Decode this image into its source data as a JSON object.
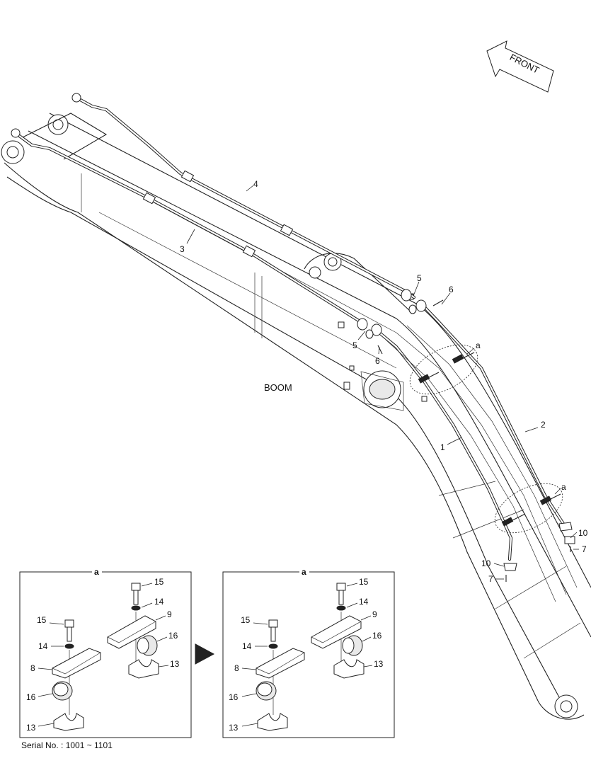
{
  "drawing": {
    "front_label": "FRONT",
    "boom_label": "BOOM",
    "serial_note": "Serial No. : 1001 ~ 1101"
  },
  "callouts": {
    "p1": "1",
    "p2": "2",
    "p3": "3",
    "p4": "4",
    "p5a": "5",
    "p5b": "5",
    "p6a": "6",
    "p6b": "6",
    "p7a": "7",
    "p7b": "7",
    "p10a": "10",
    "p10b": "10",
    "detail_a1": "a",
    "detail_a2": "a"
  },
  "detail_left": {
    "title": "a",
    "labels": {
      "l15a": "15",
      "l14a": "14",
      "l9": "9",
      "l16a": "16",
      "l13a": "13",
      "l15b": "15",
      "l14b": "14",
      "l8": "8",
      "l16b": "16",
      "l13b": "13"
    }
  },
  "detail_right": {
    "title": "a",
    "labels": {
      "l15a": "15",
      "l14a": "14",
      "l9": "9",
      "l16a": "16",
      "l13a": "13",
      "l15b": "15",
      "l14b": "14",
      "l8": "8",
      "l16b": "16",
      "l13b": "13"
    }
  },
  "icons": {
    "front_arrow": "front-arrow-icon",
    "transition_arrow": "right-triangle-arrow-icon"
  }
}
